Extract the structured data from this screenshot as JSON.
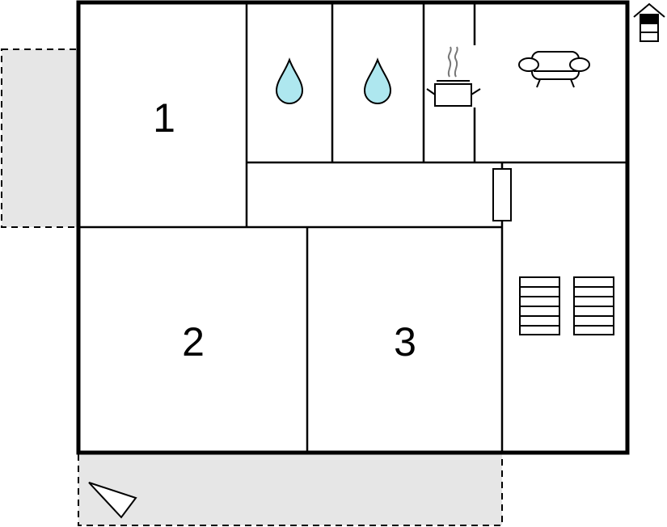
{
  "floorplan": {
    "rooms": [
      {
        "label": "1",
        "type": "bedroom"
      },
      {
        "label": "2",
        "type": "bedroom"
      },
      {
        "label": "3",
        "type": "bedroom"
      }
    ],
    "icons": {
      "bathroom_left": "water-drop-icon",
      "bathroom_right": "water-drop-icon",
      "kitchen": "cooking-pot-icon",
      "living": "sofa-icon",
      "stairs": "stairs-icon",
      "floor_indicator": "house-floor-icon",
      "entrance": "entrance-arrow-icon"
    },
    "colors": {
      "wall": "#000000",
      "terrace": "#e6e6e6",
      "water": "#aee7ef"
    }
  }
}
